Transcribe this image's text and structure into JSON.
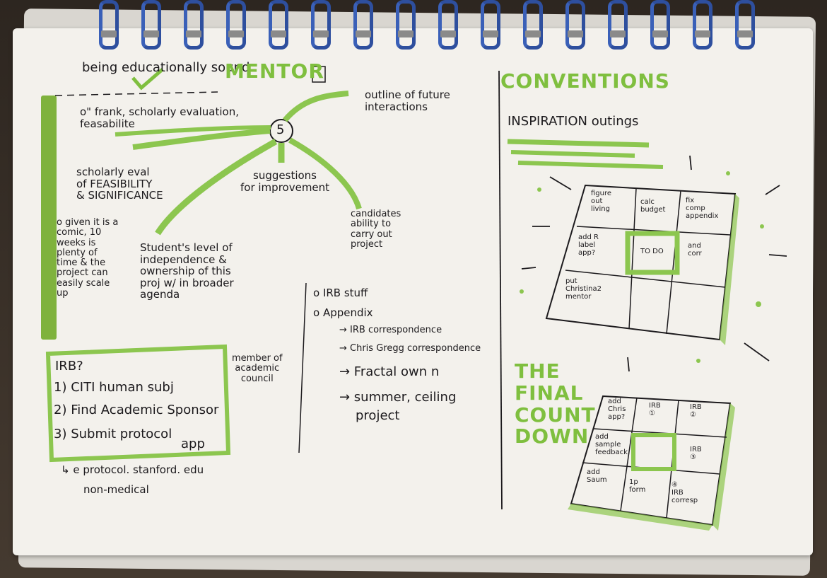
{
  "left_page": {
    "header_note": "being educationally sound",
    "title": "MENTOR",
    "hub_number": "5",
    "items": {
      "frank": "o\" frank, scholarly evaluation,\n   feasabilite",
      "outline": "outline of future\n  interactions",
      "scholarly": "scholarly eval\n of FEASIBILITY\n & SIGNIFICANCE",
      "given": "o given it is a\n comic, 10\n weeks is\n plenty of\n time & the\n project can\n easily scale\n up",
      "suggestions": "suggestions\nfor improvement",
      "candidates": "candidates\nability to\ncarry out\nproject",
      "students": "Student's level of\nindependence &\nownership of this\nproj w/ in broader\nagenda"
    },
    "irb_box": {
      "title": "IRB?",
      "step1": "1) CITI human subj",
      "step2": "2) Find Academic Sponsor",
      "step3": "3) Submit protocol",
      "step3_suffix": "app",
      "link": "↳ e protocol. stanford. edu",
      "link2": "non-medical",
      "side_note": "member of\nacademic\ncouncil"
    },
    "right_column": {
      "irb_stuff": "o IRB stuff",
      "appendix": "o Appendix",
      "bullet1": "→ IRB correspondence",
      "bullet2": "→ Chris Gregg correspondence",
      "bullet3": "→ Fractal own n",
      "bullet4": "→ summer, ceiling",
      "bullet4b": "project"
    }
  },
  "right_page": {
    "title": "CONVENTIONS",
    "subtitle": "INSPIRATION outings",
    "grid1": {
      "cells": [
        "figure\nout\nliving",
        "calc\nbudget",
        "fix\ncomp\nappendix",
        "add R\nlabel\napp?",
        "TO DO",
        "and\ncorr",
        "put\nChristina2\nmentor",
        "",
        ""
      ]
    },
    "final_countdown": "THE\nFINAL\nCOUNT\nDOWN",
    "grid2": {
      "cells": [
        "add\nChris\napp?",
        "IRB\n①",
        "IRB\n②",
        "add\nsample\nfeedback",
        "",
        "IRB\n③",
        "add\nSaum",
        "1p\nform",
        "④\nIRB\ncorresp"
      ]
    }
  },
  "colors": {
    "marker_green": "#7fbf3f",
    "ink": "#1c1a1d",
    "coil_blue": "#2e4f9e"
  }
}
